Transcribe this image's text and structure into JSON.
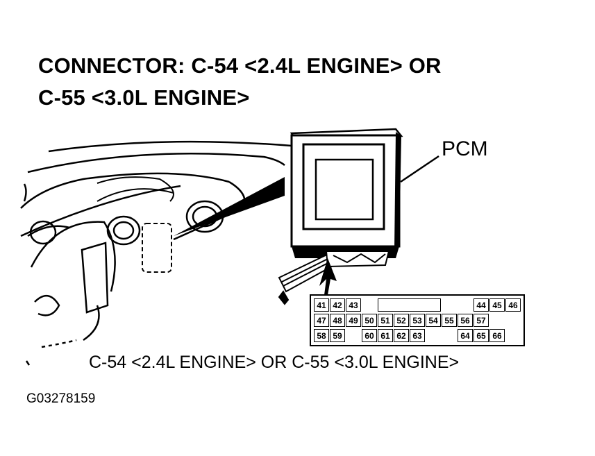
{
  "title_line1": "CONNECTOR: C-54 <2.4L ENGINE> OR",
  "title_line2": "C-55 <3.0L ENGINE>",
  "pcm_label": "PCM",
  "caption": "C-54 <2.4L ENGINE> OR C-55 <3.0L ENGINE>",
  "figure_id": "G03278159",
  "pins": {
    "row1": [
      "41",
      "42",
      "43",
      "",
      "",
      "",
      "",
      "",
      "",
      "",
      "44",
      "45",
      "46"
    ],
    "row2": [
      "47",
      "48",
      "49",
      "50",
      "51",
      "52",
      "53",
      "54",
      "55",
      "56",
      "57"
    ],
    "row3": [
      "58",
      "59",
      "",
      "60",
      "61",
      "62",
      "63",
      "",
      "",
      "64",
      "65",
      "66"
    ]
  }
}
